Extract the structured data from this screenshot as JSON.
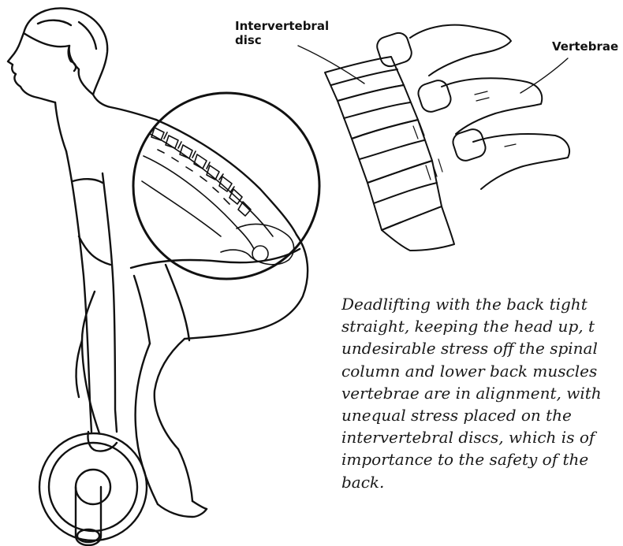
{
  "labels": {
    "intervertebral_disc": [
      "Intervertebral",
      "disc"
    ],
    "vertebrae": "Vertebrae"
  },
  "caption": [
    "Deadlifting with the back tight",
    "straight, keeping the head up, t",
    "undesirable stress off the spinal",
    "column and lower back muscles",
    "vertebrae are in alignment, with",
    "unequal stress placed on the",
    "intervertebral discs, which is of",
    "importance to the safety of the",
    "back."
  ]
}
